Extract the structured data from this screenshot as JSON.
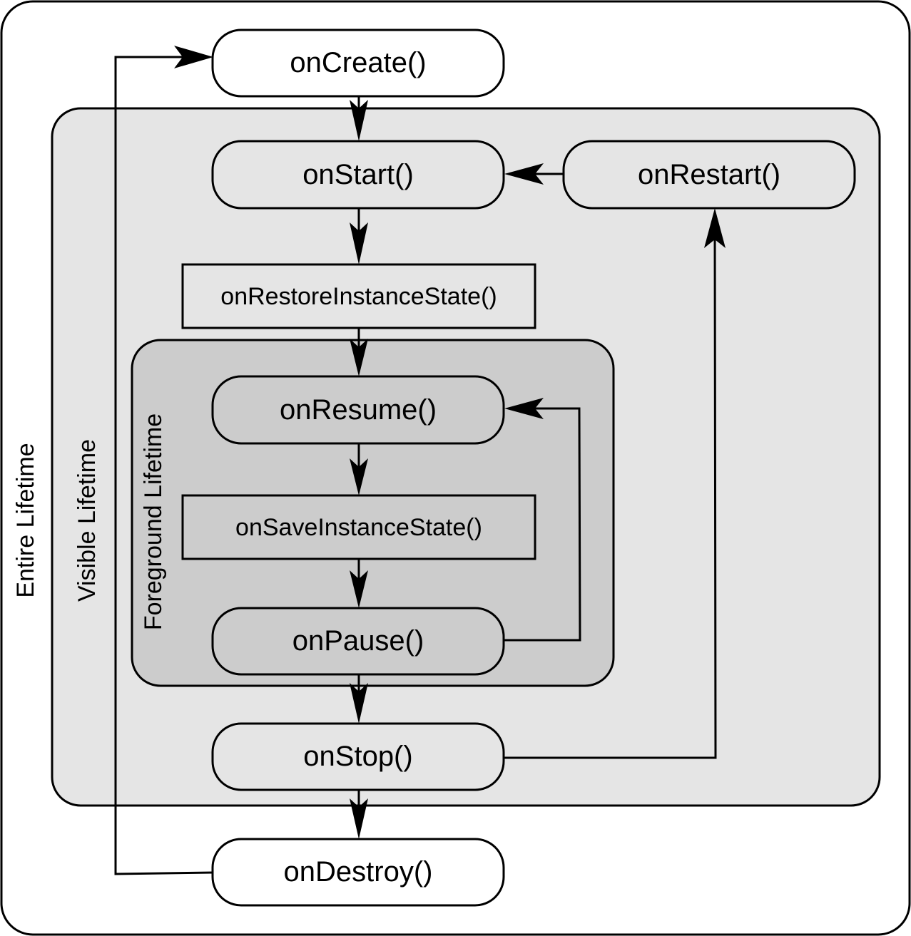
{
  "diagram": {
    "title": "Android Activity Lifecycle",
    "colors": {
      "entire_fill": "#ffffff",
      "visible_fill": "#e5e5e5",
      "foreground_fill": "#cccccc",
      "stroke": "#000000"
    },
    "regions": {
      "entire": "Entire Lifetime",
      "visible": "Visible Lifetime",
      "foreground": "Foreground Lifetime"
    },
    "nodes": {
      "onCreate": "onCreate()",
      "onStart": "onStart()",
      "onRestart": "onRestart()",
      "onRestoreInstanceState": "onRestoreInstanceState()",
      "onResume": "onResume()",
      "onSaveInstanceState": "onSaveInstanceState()",
      "onPause": "onPause()",
      "onStop": "onStop()",
      "onDestroy": "onDestroy()"
    },
    "edges": [
      {
        "from": "onCreate",
        "to": "onStart"
      },
      {
        "from": "onStart",
        "to": "onRestoreInstanceState"
      },
      {
        "from": "onRestoreInstanceState",
        "to": "onResume"
      },
      {
        "from": "onResume",
        "to": "onSaveInstanceState"
      },
      {
        "from": "onSaveInstanceState",
        "to": "onPause"
      },
      {
        "from": "onPause",
        "to": "onResume"
      },
      {
        "from": "onPause",
        "to": "onStop"
      },
      {
        "from": "onStop",
        "to": "onRestart"
      },
      {
        "from": "onRestart",
        "to": "onStart"
      },
      {
        "from": "onStop",
        "to": "onDestroy"
      },
      {
        "from": "onDestroy",
        "to": "onCreate"
      }
    ]
  }
}
